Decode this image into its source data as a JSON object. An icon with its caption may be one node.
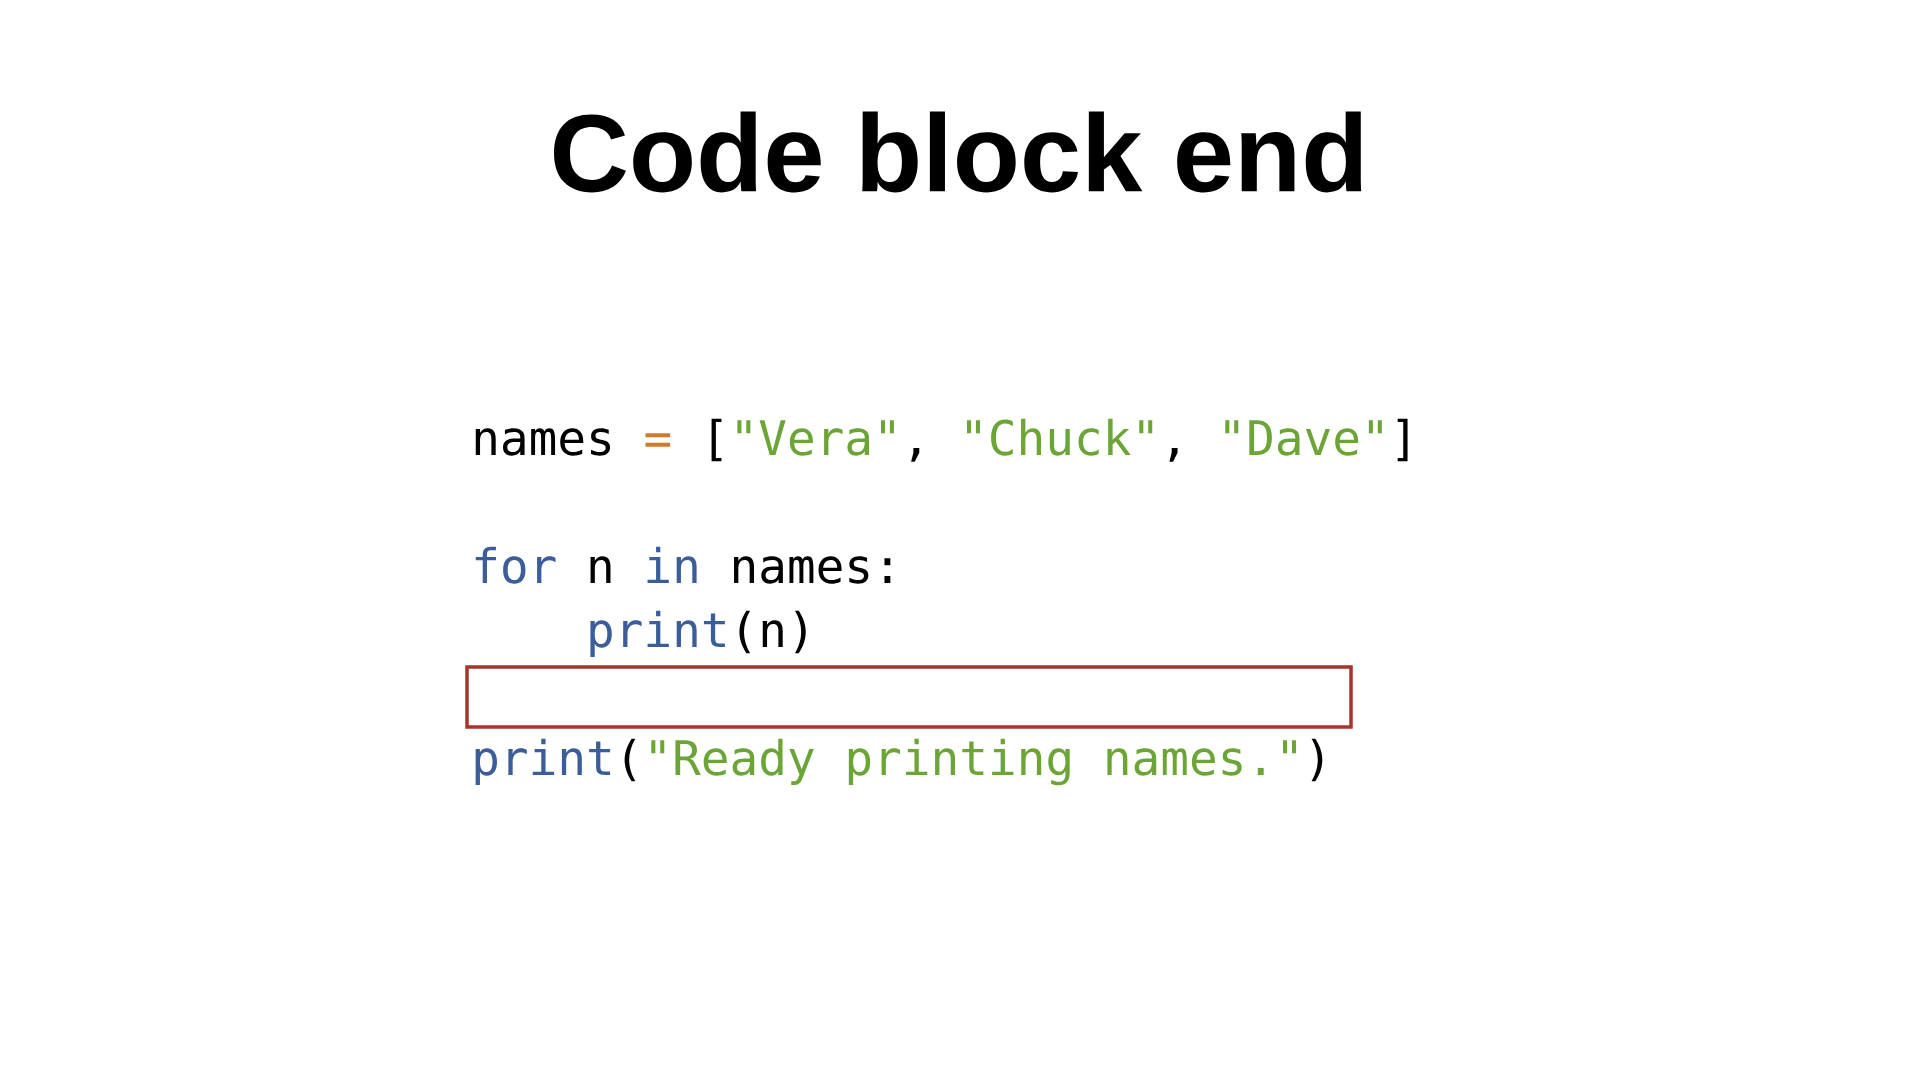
{
  "diagram": {
    "title": "Code block end",
    "nodes": [
      {
        "text": [],
        "shape": "box"
      }
    ],
    "edges": [],
    "labels": [
      "names",
      "=",
      "[",
      "\"Vera\"",
      ",",
      "\"Chuck\"",
      ",",
      "\"Dave\"",
      "]",
      "for",
      "n",
      "in",
      "names:",
      "print",
      "(n)",
      "print",
      "(",
      "\"Ready printing names.\"",
      ")"
    ]
  }
}
